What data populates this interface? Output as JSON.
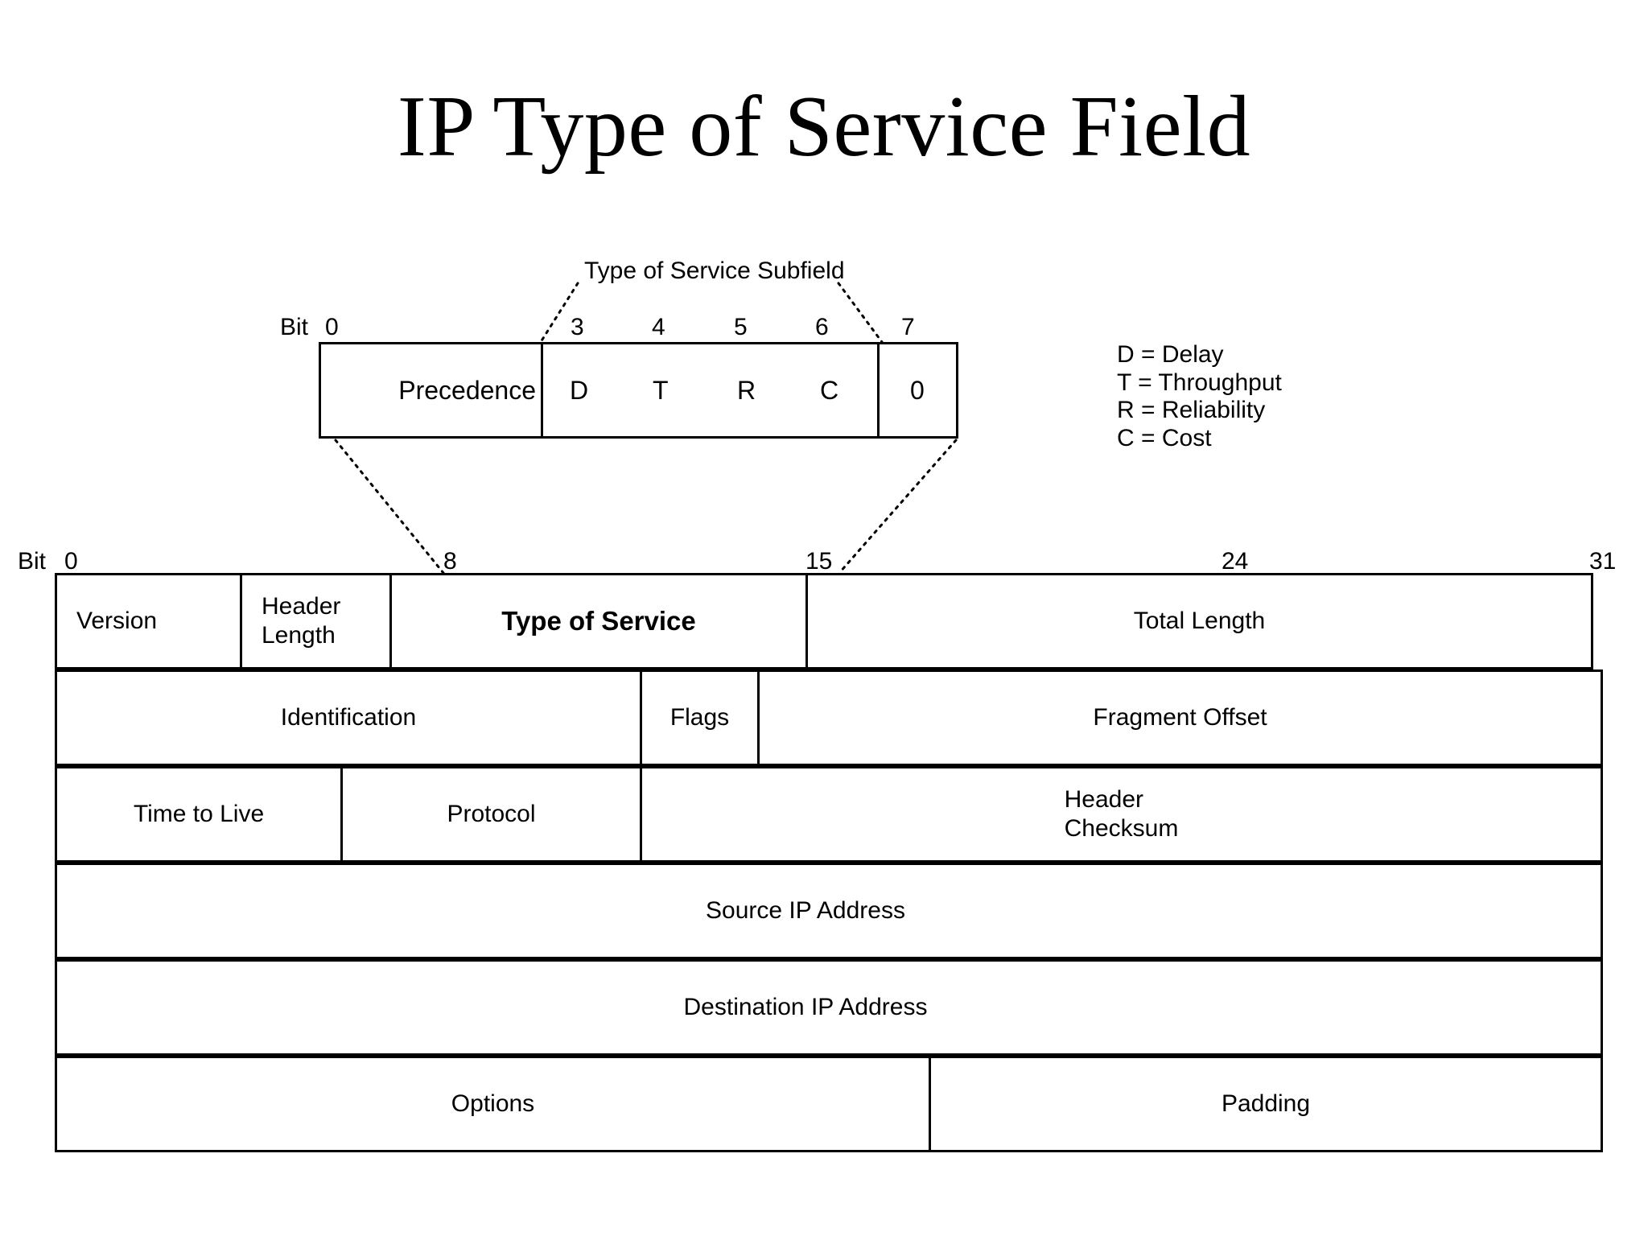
{
  "title": "IP Type of Service Field",
  "tos_subfield": {
    "caption": "Type of Service Subfield",
    "bit_prefix": "Bit",
    "bit_labels": [
      "0",
      "3",
      "4",
      "5",
      "6",
      "7"
    ],
    "cells": {
      "precedence": "Precedence",
      "d": "D",
      "t": "T",
      "r": "R",
      "c": "C",
      "reserved": "0"
    }
  },
  "legend": {
    "lines": [
      "D = Delay",
      "T = Throughput",
      "R = Reliability",
      "C = Cost"
    ]
  },
  "ip_header": {
    "bit_prefix": "Bit",
    "bit_labels": [
      "0",
      "8",
      "15",
      "24",
      "31"
    ],
    "rows": [
      {
        "name": "row-1",
        "cells": [
          {
            "name": "version",
            "label": "Version"
          },
          {
            "name": "header-length",
            "label": "Header\nLength"
          },
          {
            "name": "type-of-service",
            "label": "Type of Service"
          },
          {
            "name": "total-length",
            "label": "Total Length"
          }
        ]
      },
      {
        "name": "row-2",
        "cells": [
          {
            "name": "identification",
            "label": "Identification"
          },
          {
            "name": "flags",
            "label": "Flags"
          },
          {
            "name": "fragment-offset",
            "label": "Fragment Offset"
          }
        ]
      },
      {
        "name": "row-3",
        "cells": [
          {
            "name": "time-to-live",
            "label": "Time to Live"
          },
          {
            "name": "protocol",
            "label": "Protocol"
          },
          {
            "name": "header-checksum",
            "label": "Header\nChecksum"
          }
        ]
      },
      {
        "name": "row-4",
        "cells": [
          {
            "name": "source-ip-address",
            "label": "Source IP Address"
          }
        ]
      },
      {
        "name": "row-5",
        "cells": [
          {
            "name": "destination-ip-address",
            "label": "Destination IP Address"
          }
        ]
      },
      {
        "name": "row-6",
        "cells": [
          {
            "name": "options",
            "label": "Options"
          },
          {
            "name": "padding",
            "label": "Padding"
          }
        ]
      }
    ]
  },
  "colors": {
    "ink": "#000000",
    "paper": "#ffffff"
  }
}
